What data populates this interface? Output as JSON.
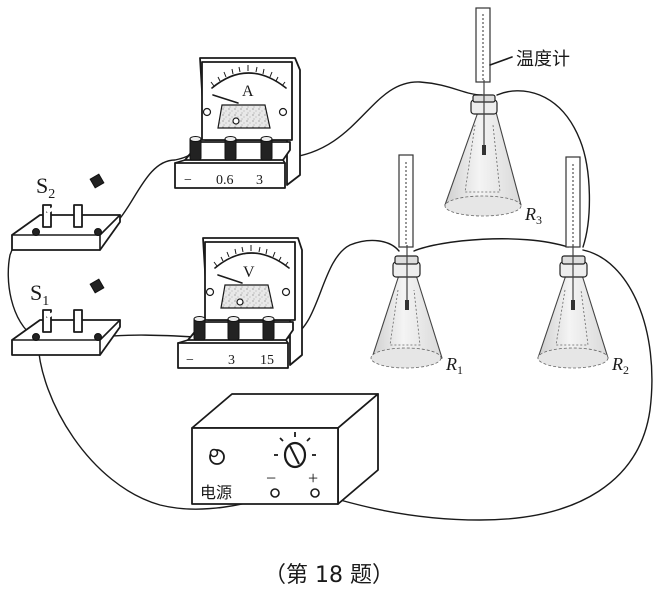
{
  "caption": "（第 18 题）",
  "components": {
    "ammeter": {
      "symbol": "A",
      "terminals": [
        "−",
        "0.6",
        "3"
      ]
    },
    "voltmeter": {
      "symbol": "V",
      "terminals": [
        "−",
        "3",
        "15"
      ]
    },
    "switch_s2": {
      "label": "S",
      "subscript": "2"
    },
    "switch_s1": {
      "label": "S",
      "subscript": "1"
    },
    "power_supply": {
      "label": "电源",
      "minus": "−",
      "plus": "+"
    },
    "thermometer_label": "温度计",
    "resistors": [
      {
        "label": "R",
        "subscript": "1"
      },
      {
        "label": "R",
        "subscript": "2"
      },
      {
        "label": "R",
        "subscript": "3"
      }
    ]
  }
}
